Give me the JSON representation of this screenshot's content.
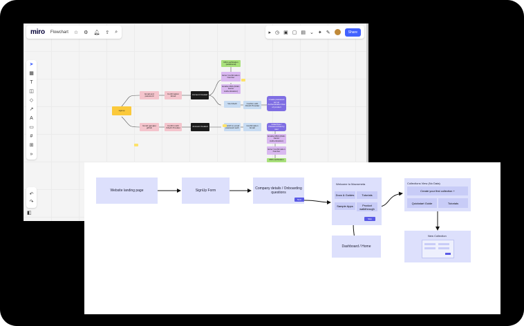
{
  "miro": {
    "logo": "miro",
    "board_name": "Flowchart",
    "share_label": "Share",
    "nodes": {
      "signup": "signup",
      "email_pw": "Email and password",
      "confirm_email": "Confirmation Email",
      "account_created_1": "Account Created",
      "gmail": "Gmail (google) github",
      "confirm_oauth": "Confirm with OAuth Provider",
      "account_created_2": "Account Created",
      "mfa_verify": "MFA verification (additional)",
      "enter_conf": "Enter Confirmation Number",
      "enable_mfa": "Enable MFA (Multi-Factor Authentication)",
      "via_oauth": "Via OAuth",
      "confirm_oauth_2": "Confirm with OAuth Provider",
      "create_pw": "Create password set up Authentication flow of product",
      "switch_email": "Switch to email password auth",
      "conf_email_2": "Confirmation Email",
      "initial_flow": "Initial flow / Password flow by user",
      "enable_mfa_2": "Enable MFA (Multi-Factor Authentication)",
      "enter_conf_2": "Enter Confirmation Number",
      "mfa_2": "MFA verification"
    }
  },
  "flow": {
    "landing": "Website landing page",
    "signup": "SignUp Form",
    "company": "Company details / Onboarding questions",
    "company_btn": "Next",
    "welcome": {
      "title": "Welcome to Macrometa",
      "docs": "Docs & Guides",
      "tutorials": "Tutorials",
      "sample": "Sample Apps",
      "product": "Product walkthrough",
      "btn": "Skip"
    },
    "dashboard": "Dashboard / Home",
    "collections": {
      "title": "Collections View",
      "title_note": "(No Data)",
      "create": "Create your first collection +",
      "quickstart": "Quickstart Guide",
      "tutorials": "Tutorials"
    },
    "new_collection": "New Collection"
  }
}
